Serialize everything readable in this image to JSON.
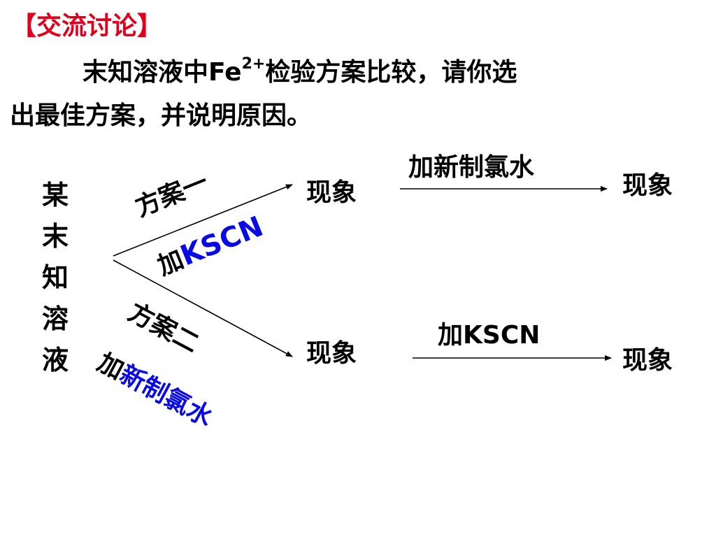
{
  "heading": "【交流讨论】",
  "question": {
    "line1_pre": "末知溶液中Fe",
    "line1_sup": "2+",
    "line1_post": "检验方案比较，请你选",
    "line2": "出最佳方案，并说明原因。"
  },
  "solution_chars": [
    "某",
    "末",
    "知",
    "溶",
    "液"
  ],
  "plan1": {
    "name": "方案一",
    "reagent_prefix": "加",
    "reagent": "KSCN",
    "result": "现象",
    "step2_reagent": "加新制氯水",
    "step2_result": "现象"
  },
  "plan2": {
    "name": "方案二",
    "reagent_prefix": "加",
    "reagent": "新制氯水",
    "result": "现象",
    "step2_reagent": "加KSCN",
    "step2_result": "现象"
  },
  "colors": {
    "heading": "#e0001b",
    "highlight": "#0a0ae6",
    "text": "#000000"
  }
}
